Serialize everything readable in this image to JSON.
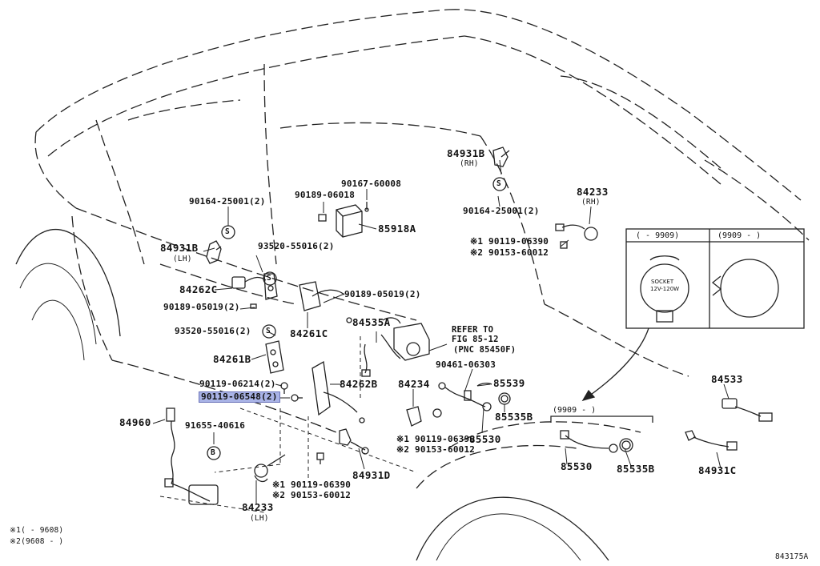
{
  "diagram_id": "843175A",
  "labels": {
    "p90164_left": "90164-25001(2)",
    "p84931B_left": "84931B",
    "lh1": "(LH)",
    "p93520_top": "93520-55016(2)",
    "p84262C": "84262C",
    "p90189_05019_left": "90189-05019(2)",
    "p93520_mid": "93520-55016(2)",
    "p84261B": "84261B",
    "p90119_06214": "90119-06214(2)",
    "p90119_06548": "90119-06548(2)",
    "p84960": "84960",
    "p91655": "91655-40616",
    "p84233_lh": "84233",
    "lh2": "(LH)",
    "s1_bottom": "※1 90119-06390",
    "s2_bottom": "※2 90153-60012",
    "p84931D": "84931D",
    "p84262B": "84262B",
    "p84261C": "84261C",
    "p90189_06018": "90189-06018",
    "p90167": "90167-60008",
    "p85918A": "85918A",
    "p90189_05019_right": "90189-05019(2)",
    "p84535A": "84535A",
    "refer1": "REFER TO",
    "refer2": "FIG 85-12",
    "refer3": "(PNC 85450F)",
    "p84234": "84234",
    "p90461": "90461-06303",
    "p85539": "85539",
    "p85535B_mid": "85535B",
    "p85530_mid": "85530",
    "s1_mid": "※1 90119-06390",
    "s2_mid": "※2 90153-60012",
    "p84931B_right": "84931B",
    "rh1": "(RH)",
    "p90164_right": "90164-25001(2)",
    "p84233_rh": "84233",
    "rh2": "(RH)",
    "s1_right": "※1 90119-06390",
    "s2_right": "※2 90153-60012",
    "inset_hdr_left": "(    - 9909)",
    "inset_hdr_right": "(9909 -    )",
    "socket_text1": "SOCKET",
    "socket_text2": "12V-120W",
    "bracket_9909": "(9909 -    )",
    "p85530_right": "85530",
    "p85535B_right": "85535B",
    "p84533": "84533",
    "p84931C": "84931C",
    "note1": "※1(    - 9608)",
    "note2": "※2(9608 -    )",
    "callout_S": "S",
    "callout_B": "B"
  }
}
